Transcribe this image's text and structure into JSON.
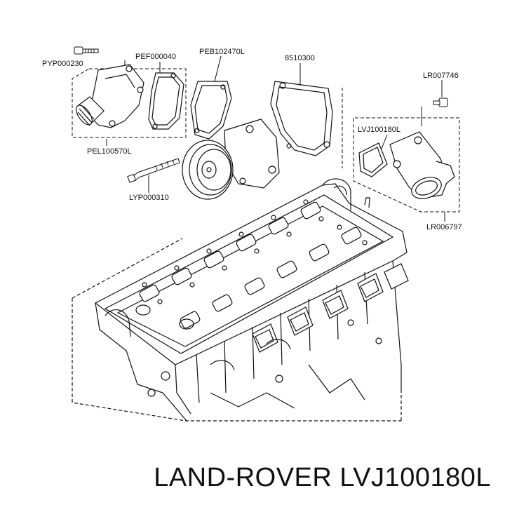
{
  "labels": {
    "pyp000230": "PYP000230",
    "pef000040": "PEF000040",
    "peb102470l": "PEB102470L",
    "p8510300": "8510300",
    "lr007746": "LR007746",
    "lvj100180l": "LVJ100180L",
    "pel100570l": "PEL100570L",
    "lyp000310": "LYP000310",
    "lr006797": "LR006797"
  },
  "caption": "LAND-ROVER LVJ100180L"
}
